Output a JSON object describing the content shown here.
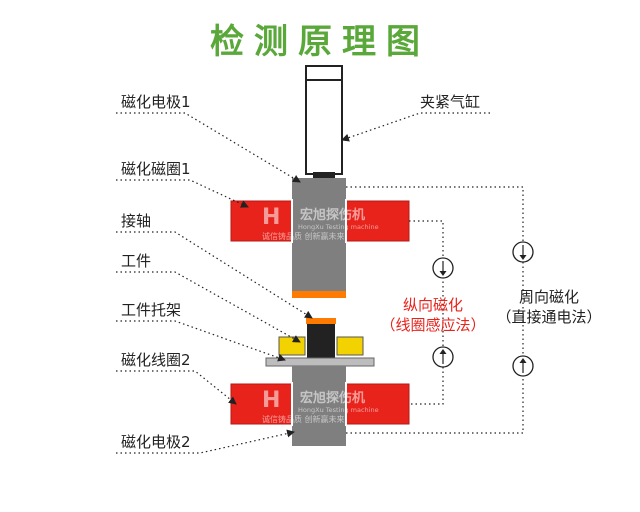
{
  "title": "检测原理图",
  "labels": {
    "electrode1": "磁化电极1",
    "coil1": "磁化磁圈1",
    "shaft": "接轴",
    "workpiece": "工件",
    "holder": "工件托架",
    "coil2": "磁化线圈2",
    "electrode2": "磁化电极2",
    "cylinder": "夹紧气缸"
  },
  "longitudinal": {
    "line1": "纵向磁化",
    "line2": "（线圈感应法）"
  },
  "circumferential": {
    "line1": "周向磁化",
    "line2": "（直接通电法）"
  },
  "watermark": {
    "brand": "宏旭探伤机",
    "pinyin": "HongXu Testing machine",
    "slogan": "诚信铸品质 创新赢未来"
  },
  "colors": {
    "title": "#5aa83a",
    "coil": "#e8231c",
    "rod": "#7f7f7f",
    "longitudinal_text": "#e8231c"
  }
}
